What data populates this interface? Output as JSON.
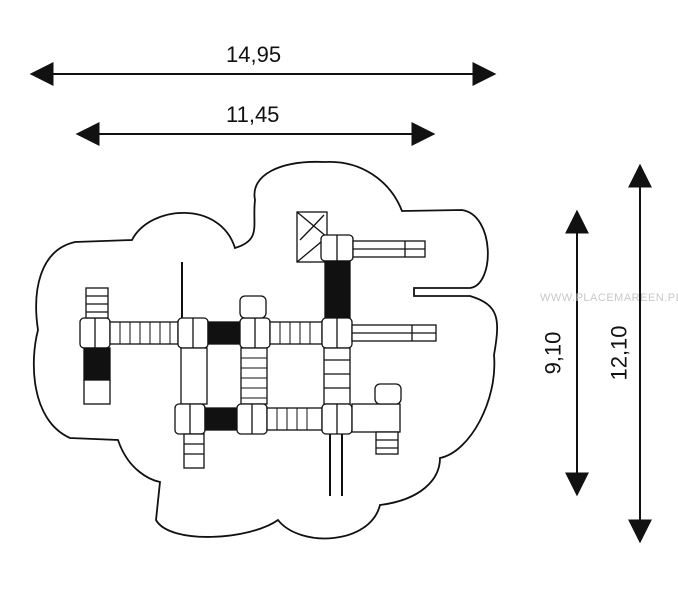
{
  "dimensions": {
    "width_outer": "14,95",
    "width_inner": "11,45",
    "height_inner": "9,10",
    "height_outer": "12,10"
  },
  "watermark": "WWW.PLACEMAREEN.PL",
  "colors": {
    "line": "#111111",
    "fill_dark": "#111111",
    "watermark": "#c8c8c8"
  }
}
